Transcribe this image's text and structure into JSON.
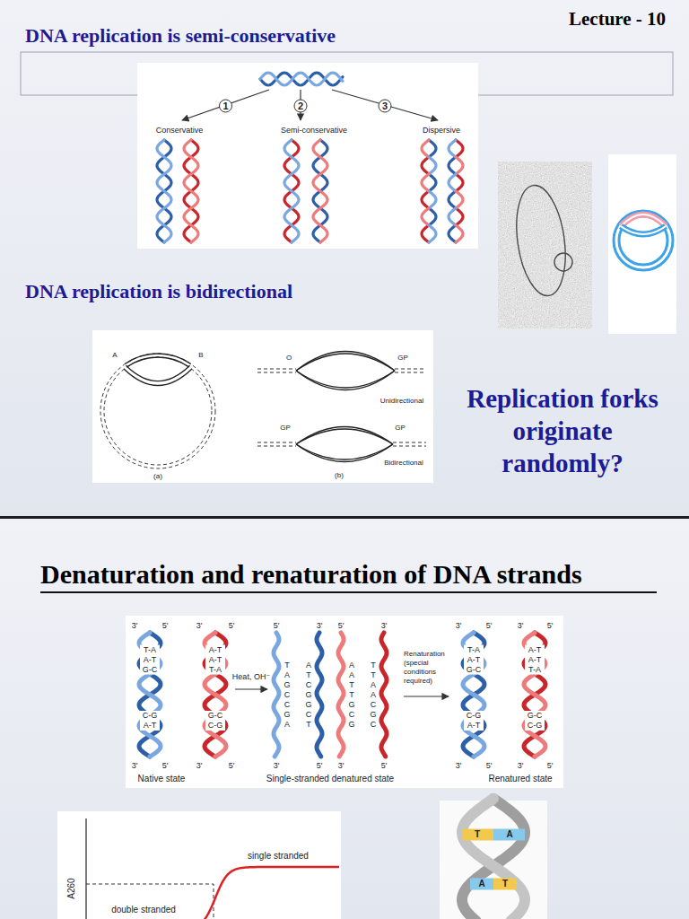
{
  "diagram": {
    "nodes": [
      {
        "text": [
          "Lecture - 10",
          "DNA replication is semi-conservative",
          "DNA replication is bidirectional",
          "Replication forks originate randomly?"
        ]
      },
      {
        "text": [
          "Denaturation and renaturation of DNA strands"
        ]
      }
    ],
    "labels": [
      "1",
      "2",
      "3",
      "Conservative",
      "Semi-conservative",
      "Dispersive",
      "A",
      "B",
      "(a)",
      "O",
      "GP",
      "Unidirectional",
      "GP",
      "GP",
      "Bidirectional",
      "(b)",
      "3'",
      "5'",
      "3'",
      "5'",
      "5'",
      "3'",
      "5'",
      "3'",
      "3'",
      "5'",
      "3'",
      "5'",
      "3'",
      "5'",
      "3'",
      "5'",
      "3'",
      "5'",
      "3'",
      "5'",
      "3'",
      "5'",
      "3'",
      "5'",
      "T-A A-T G-C",
      "C-G A-T",
      "A-T A-T T-A",
      "G-C C-G",
      "T A G C C G A",
      "A T C G G C T",
      "A A T T G C G",
      "T T A A C G C",
      "T-A A-T G-C",
      "C-G A-T",
      "A-T A-T T-A",
      "G-C C-G",
      "Heat, OH⁻",
      "Renaturation (special conditions required)",
      "Native state",
      "Single-stranded denatured state",
      "Renatured state",
      "single stranded",
      "double stranded",
      "A260",
      "T",
      "A",
      "A",
      "T"
    ]
  }
}
